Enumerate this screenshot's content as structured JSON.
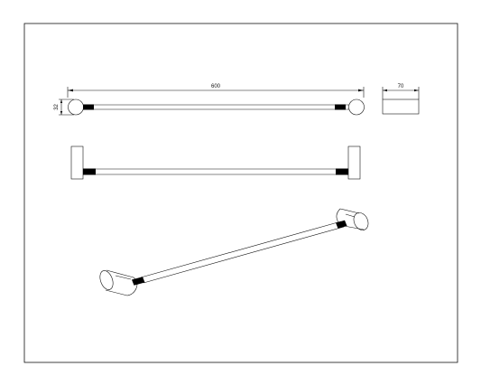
{
  "drawing": {
    "dimensions": {
      "length": "600",
      "depth": "70",
      "diameter": "32"
    },
    "views": {
      "top_view": "",
      "front_view": "",
      "side_view": "",
      "isometric_view": ""
    },
    "colors": {
      "line": "#111111",
      "fill_dark": "#000000",
      "background": "#ffffff"
    }
  }
}
